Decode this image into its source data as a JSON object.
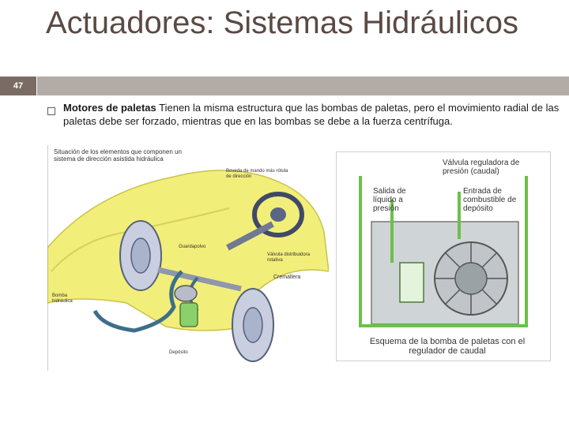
{
  "slide": {
    "number": "47",
    "title": "Actuadores: Sistemas Hidráulicos"
  },
  "bullet": {
    "bold": "Motores de paletas",
    "text": " Tienen la misma estructura que las bombas de paletas, pero el movimiento radial de las paletas debe ser forzado, mientras que en las bombas se debe a la fuerza centrífuga."
  },
  "figure_left": {
    "caption": "Situación de los elementos que componen un sistema de dirección asistida hidráulica",
    "labels": {
      "boveda": "Boveda de mando más rótula de dirección",
      "guardapolvo": "Guardapolvo",
      "valvula": "Válvula distribuidora rotativa",
      "cremallera": "Cremallera",
      "bomba": "Bomba hidráulica",
      "deposito": "Depósito"
    }
  },
  "figure_right": {
    "labels": {
      "valvula": "Válvula reguladora de presión (caudal)",
      "salida": "Salida de líquido a presión",
      "entrada": "Entrada de combustible de depósito"
    },
    "caption": "Esquema de la bomba de paletas con el regulador de caudal"
  },
  "colors": {
    "accent_band": "#b3aba5",
    "slide_num_bg": "#7a6c64",
    "title": "#5a4a44",
    "car_yellow": "#f2ee7a",
    "green_line": "#6cc04a"
  }
}
